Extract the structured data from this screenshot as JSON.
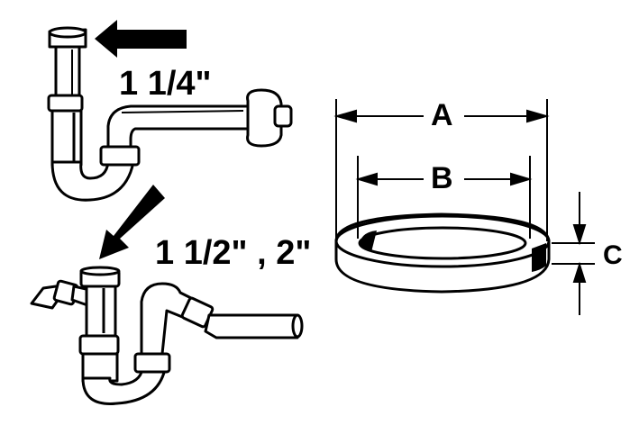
{
  "diagram": {
    "trap_top": {
      "size_label": "1 1/4\"",
      "arrow_direction": "left"
    },
    "trap_bottom": {
      "size_label": "1 1/2\" , 2\"",
      "arrow_direction": "down-left"
    },
    "gasket": {
      "dimension_labels": {
        "outer_diameter": "A",
        "inner_diameter": "B",
        "thickness": "C"
      }
    },
    "colors": {
      "line": "#000000",
      "fill": "#ffffff"
    }
  }
}
